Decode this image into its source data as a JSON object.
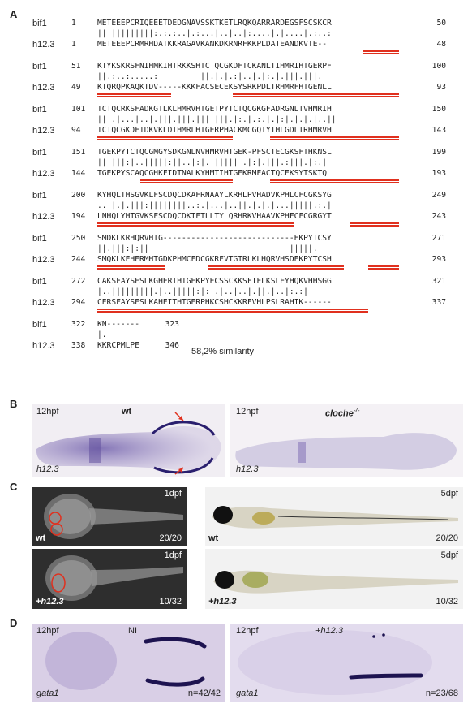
{
  "panel_a": {
    "letter": "A",
    "seq1_name": "bif1",
    "seq2_name": "h12.3",
    "blocks": [
      {
        "s1": "1",
        "a": "METEEEPCRIQEEETDEDGNAVSSKTKETLRQKQARRARDEGSFSCSKCR",
        "e1": "50",
        "m": "||||||||||||:.:.:..|.:...|..|..|:....|.|....|.:..:",
        "s2": "1",
        "b": "METEEEPCRMRHDATKKRAGAVKANKDKRNRFKKPLDATEANDKVTE--",
        "e2": "48"
      },
      {
        "s1": "51",
        "a": "KTYKSKRSFNIHMKIHTRKKSHTCTQCGKDFTCKANLTIHMRIHTGERPF",
        "e1": "100",
        "m": "||.:..:.....:         ||.|.|.:|..|.|:.|.|||.|||.",
        "s2": "49",
        "b": "KTQRQPKAQKTDV-----KKKFACSECEKSYSRKPDLTRHMRFHTGENLL",
        "e2": "93"
      },
      {
        "s1": "101",
        "a": "TCTQCRKSFADKGTLKLHMRVHTGETPYTCTQCGKGFADRGNLTVHMRIH",
        "e1": "150",
        "m": "|||.|...|..|.|||.|||.|||||||.|:.|.:.|.|:|.|.|.|..||",
        "s2": "94",
        "b": "TCTQCGKDFTDKVKLDIHMRLHTGERPHACKMCGQTYIHLGDLTRHMRVH",
        "e2": "143"
      },
      {
        "s1": "151",
        "a": "TGEKPYTCTQCGMGYSDKGNLNVHMRVHTGEK-PFSCTECGKSFTHKNSL",
        "e1": "199",
        "m": "||||||:|..|||||:||..|:|.|||||| .|:|.|||.:|||.|:.|",
        "s2": "144",
        "b": "TGEKPYSCAQCGHKFIDTNALKYHMTIHTGEKRMFACTQCEKSYTSKTQL",
        "e2": "193"
      },
      {
        "s1": "200",
        "a": "KYHQLTHSGVKLFSCDQCDKAFRNAAYLKRHLPVHADVKPHLCFCGKSYG",
        "e1": "249",
        "m": "..||.|.|||:||||||||..:.|...|..||.|.|.|...|||||.:.|",
        "s2": "194",
        "b": "LNHQLYHTGVKSFSCDQCDKTFTLLTYLQRHRKVHAAVKPHFCFCGRGYT",
        "e2": "243"
      },
      {
        "s1": "250",
        "a": "SMDKLKRHQRVHTG----------------------------EKPYTCSY",
        "e1": "271",
        "m": "||.|||:|:||                              |||||.",
        "s2": "244",
        "b": "SMQKLKEHERMHTGDKPHMCFDCGKRFVTGTRLKLHQRVHSDEKPYTCSH",
        "e2": "293"
      },
      {
        "s1": "272",
        "a": "CAKSFAYSESLKGHERIHTGEKPYECSSCKKSFTFLKSLEYHQKVHHSGG",
        "e1": "321",
        "m": "|..|||||||||.|..|||||:|:|.|..|..|.||.|..|:.:|",
        "s2": "294",
        "b": "CERSFAYSESLKAHEITHTGERPHKCSHCKKRFVHLPSLRAHIK------",
        "e2": "337"
      },
      {
        "s1": "322",
        "a": "KN-------",
        "e1": "323",
        "m": "|.",
        "s2": "338",
        "b": "KKRCPMLPE",
        "e2": "346"
      }
    ],
    "similarity": "58,2% similarity"
  },
  "panel_b": {
    "letter": "B",
    "left": {
      "stage": "12hpf",
      "genotype": "wt",
      "probe": "h12.3"
    },
    "right": {
      "stage": "12hpf",
      "genotype": "cloche",
      "genotype_sup": "-/-",
      "probe": "h12.3"
    }
  },
  "panel_c": {
    "letter": "C",
    "tl": {
      "stage": "1dpf",
      "cond": "wt",
      "count": "20/20"
    },
    "tr": {
      "stage": "5dpf",
      "cond": "wt",
      "count": "20/20"
    },
    "bl": {
      "stage": "1dpf",
      "cond": "+h12.3",
      "count": "10/32"
    },
    "br": {
      "stage": "5dpf",
      "cond": "+h12.3",
      "count": "10/32"
    }
  },
  "panel_d": {
    "letter": "D",
    "left": {
      "stage": "12hpf",
      "cond": "NI",
      "probe": "gata1",
      "count": "n=42/42"
    },
    "right": {
      "stage": "12hpf",
      "cond": "+h12.3",
      "probe": "gata1",
      "count": "n=23/68"
    }
  }
}
